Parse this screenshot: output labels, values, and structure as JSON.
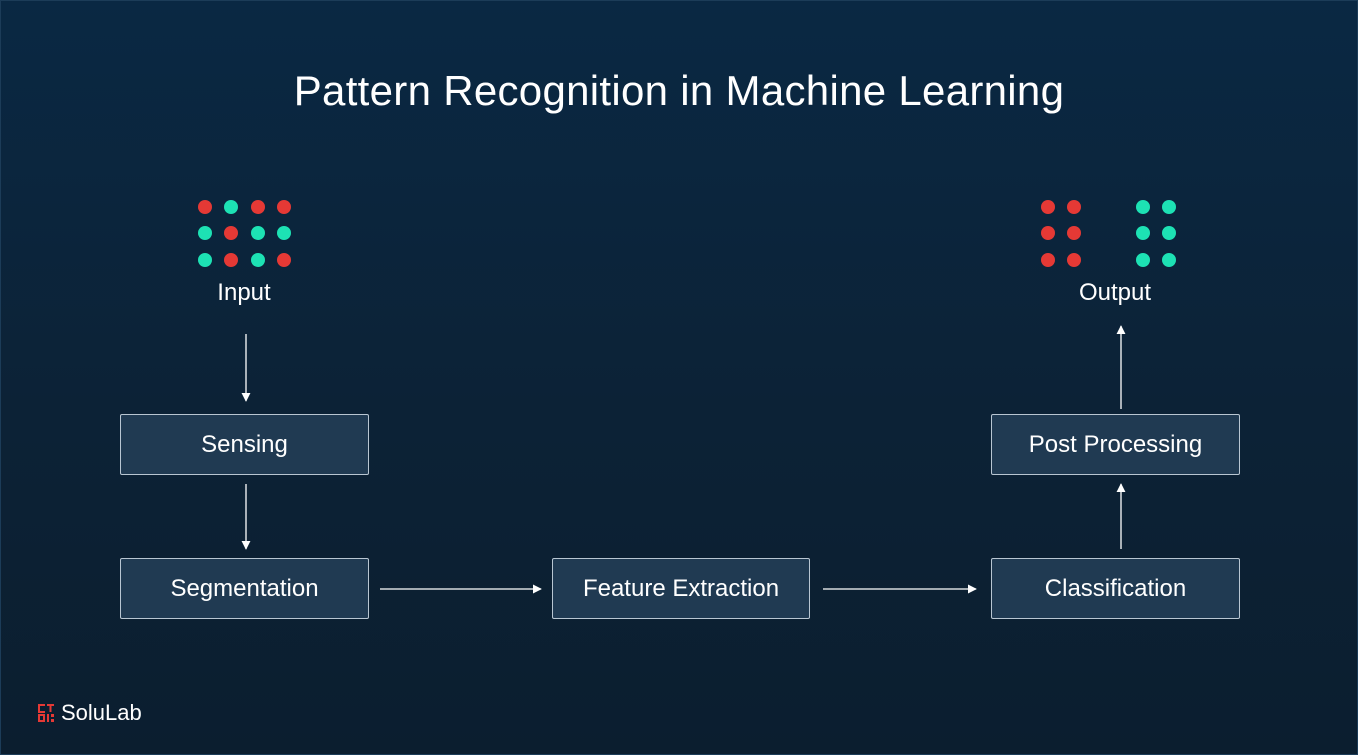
{
  "title": "Pattern Recognition in Machine Learning",
  "colors": {
    "red": "#e53935",
    "teal": "#1de2b4",
    "box_fill": "#203a52",
    "box_border": "#b9c6d2"
  },
  "nodes": {
    "input": "Input",
    "sensing": "Sensing",
    "segmentation": "Segmentation",
    "feature_extraction": "Feature Extraction",
    "classification": "Classification",
    "post_processing": "Post Processing",
    "output": "Output"
  },
  "input_dots": [
    [
      "red",
      "teal",
      "red",
      "red"
    ],
    [
      "teal",
      "red",
      "teal",
      "teal"
    ],
    [
      "teal",
      "red",
      "teal",
      "red"
    ]
  ],
  "output_dots": {
    "left_group": [
      [
        "red",
        "red"
      ],
      [
        "red",
        "red"
      ],
      [
        "red",
        "red"
      ]
    ],
    "right_group": [
      [
        "teal",
        "teal"
      ],
      [
        "teal",
        "teal"
      ],
      [
        "teal",
        "teal"
      ]
    ]
  },
  "brand": {
    "name": "SoluLab",
    "logo_icon": "solulab-logo-icon"
  }
}
